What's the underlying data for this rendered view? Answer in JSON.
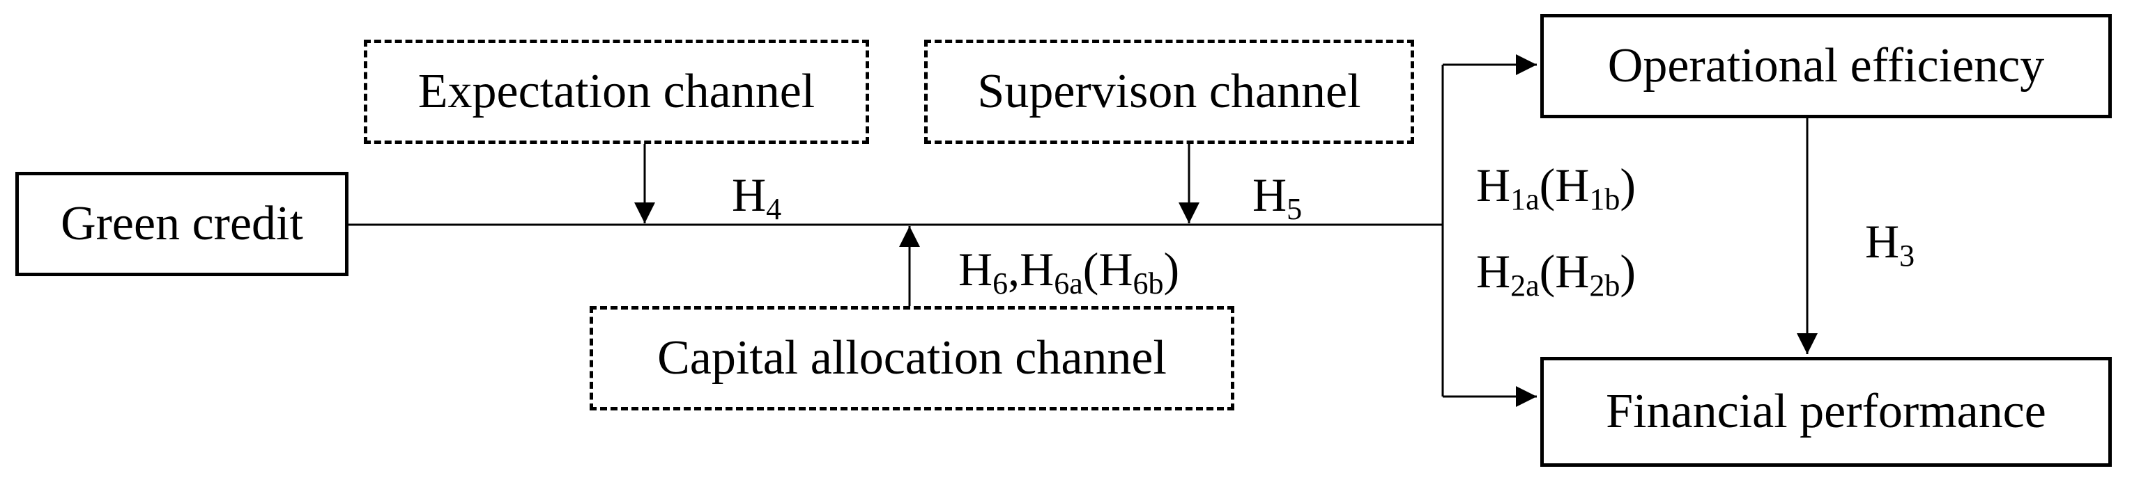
{
  "nodes": {
    "green_credit": "Green credit",
    "expectation_channel": "Expectation channel",
    "supervision_channel": "Supervison channel",
    "capital_allocation_channel": "Capital allocation channel",
    "operational_efficiency": "Operational efficiency",
    "financial_performance": "Financial performance"
  },
  "hypotheses": {
    "h4": {
      "base": "H",
      "sub": "4"
    },
    "h5": {
      "base": "H",
      "sub": "5"
    },
    "h3": {
      "base": "H",
      "sub": "3"
    },
    "h6": {
      "p1": "H",
      "s1": "6",
      "p2": ",H",
      "s2": "6a",
      "p3": "(H",
      "s3": "6b",
      "p4": ")"
    },
    "h1": {
      "p1": "H",
      "s1": "1a",
      "p2": "(H",
      "s2": "1b",
      "p3": ")"
    },
    "h2": {
      "p1": "H",
      "s1": "2a",
      "p2": "(H",
      "s2": "2b",
      "p3": ")"
    }
  },
  "colors": {
    "line": "#000000",
    "background": "#ffffff"
  }
}
